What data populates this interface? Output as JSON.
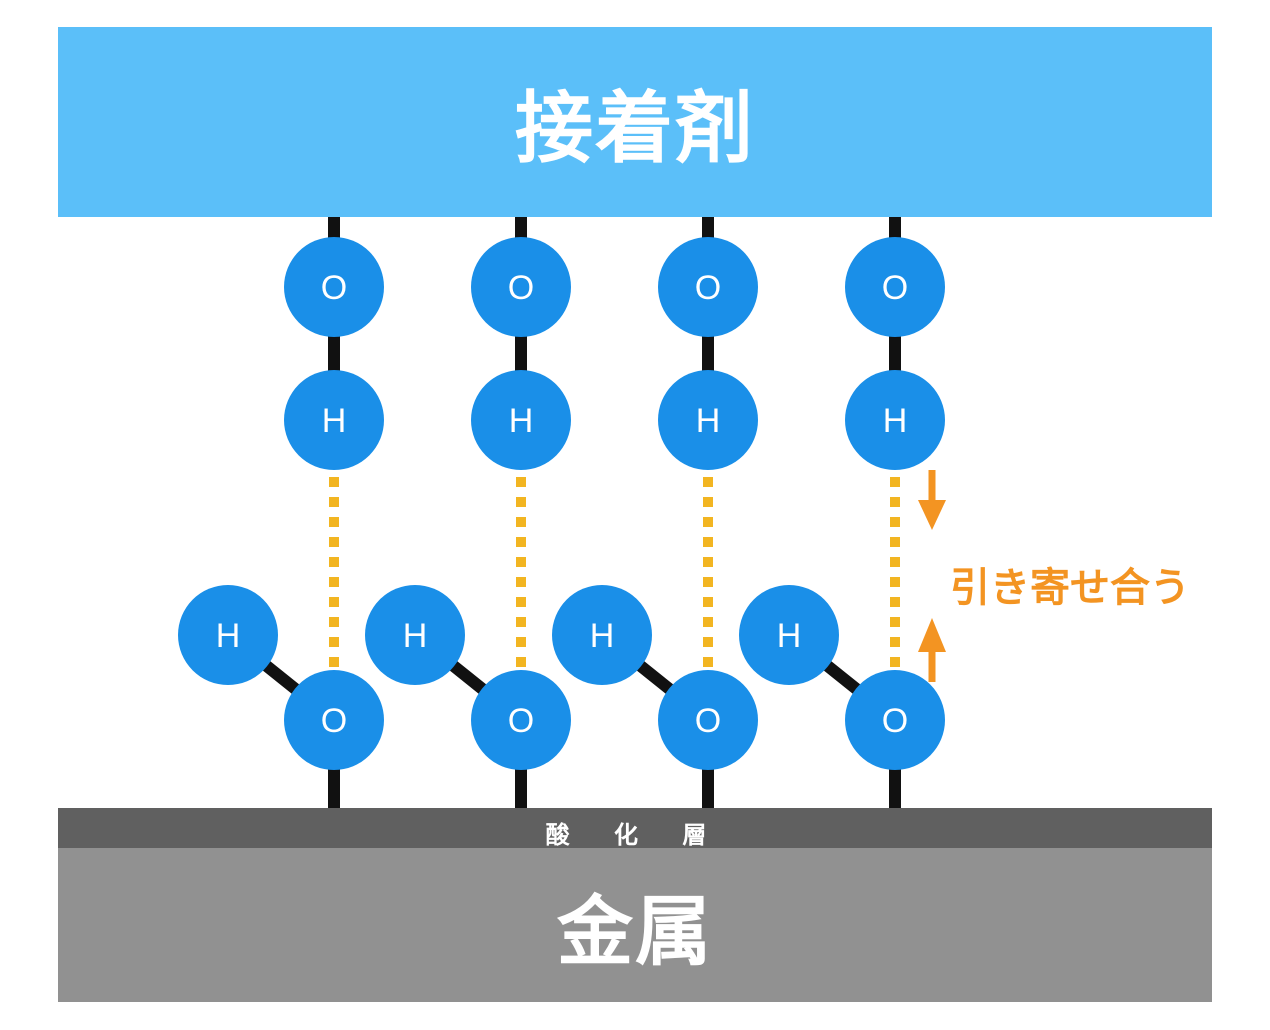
{
  "adhesive": {
    "label": "接着剤",
    "color": "#5bbff9"
  },
  "oxide_layer": {
    "label": "酸 化 層",
    "color": "#606060"
  },
  "metal": {
    "label": "金属",
    "color": "#919191"
  },
  "atoms": {
    "oxygen": "O",
    "hydrogen": "H",
    "color": "#1a8fe8"
  },
  "bond_color": "#111111",
  "hydrogen_bond_color": "#f2b521",
  "annotation": {
    "label": "引き寄せ合う",
    "color": "#f39422"
  }
}
